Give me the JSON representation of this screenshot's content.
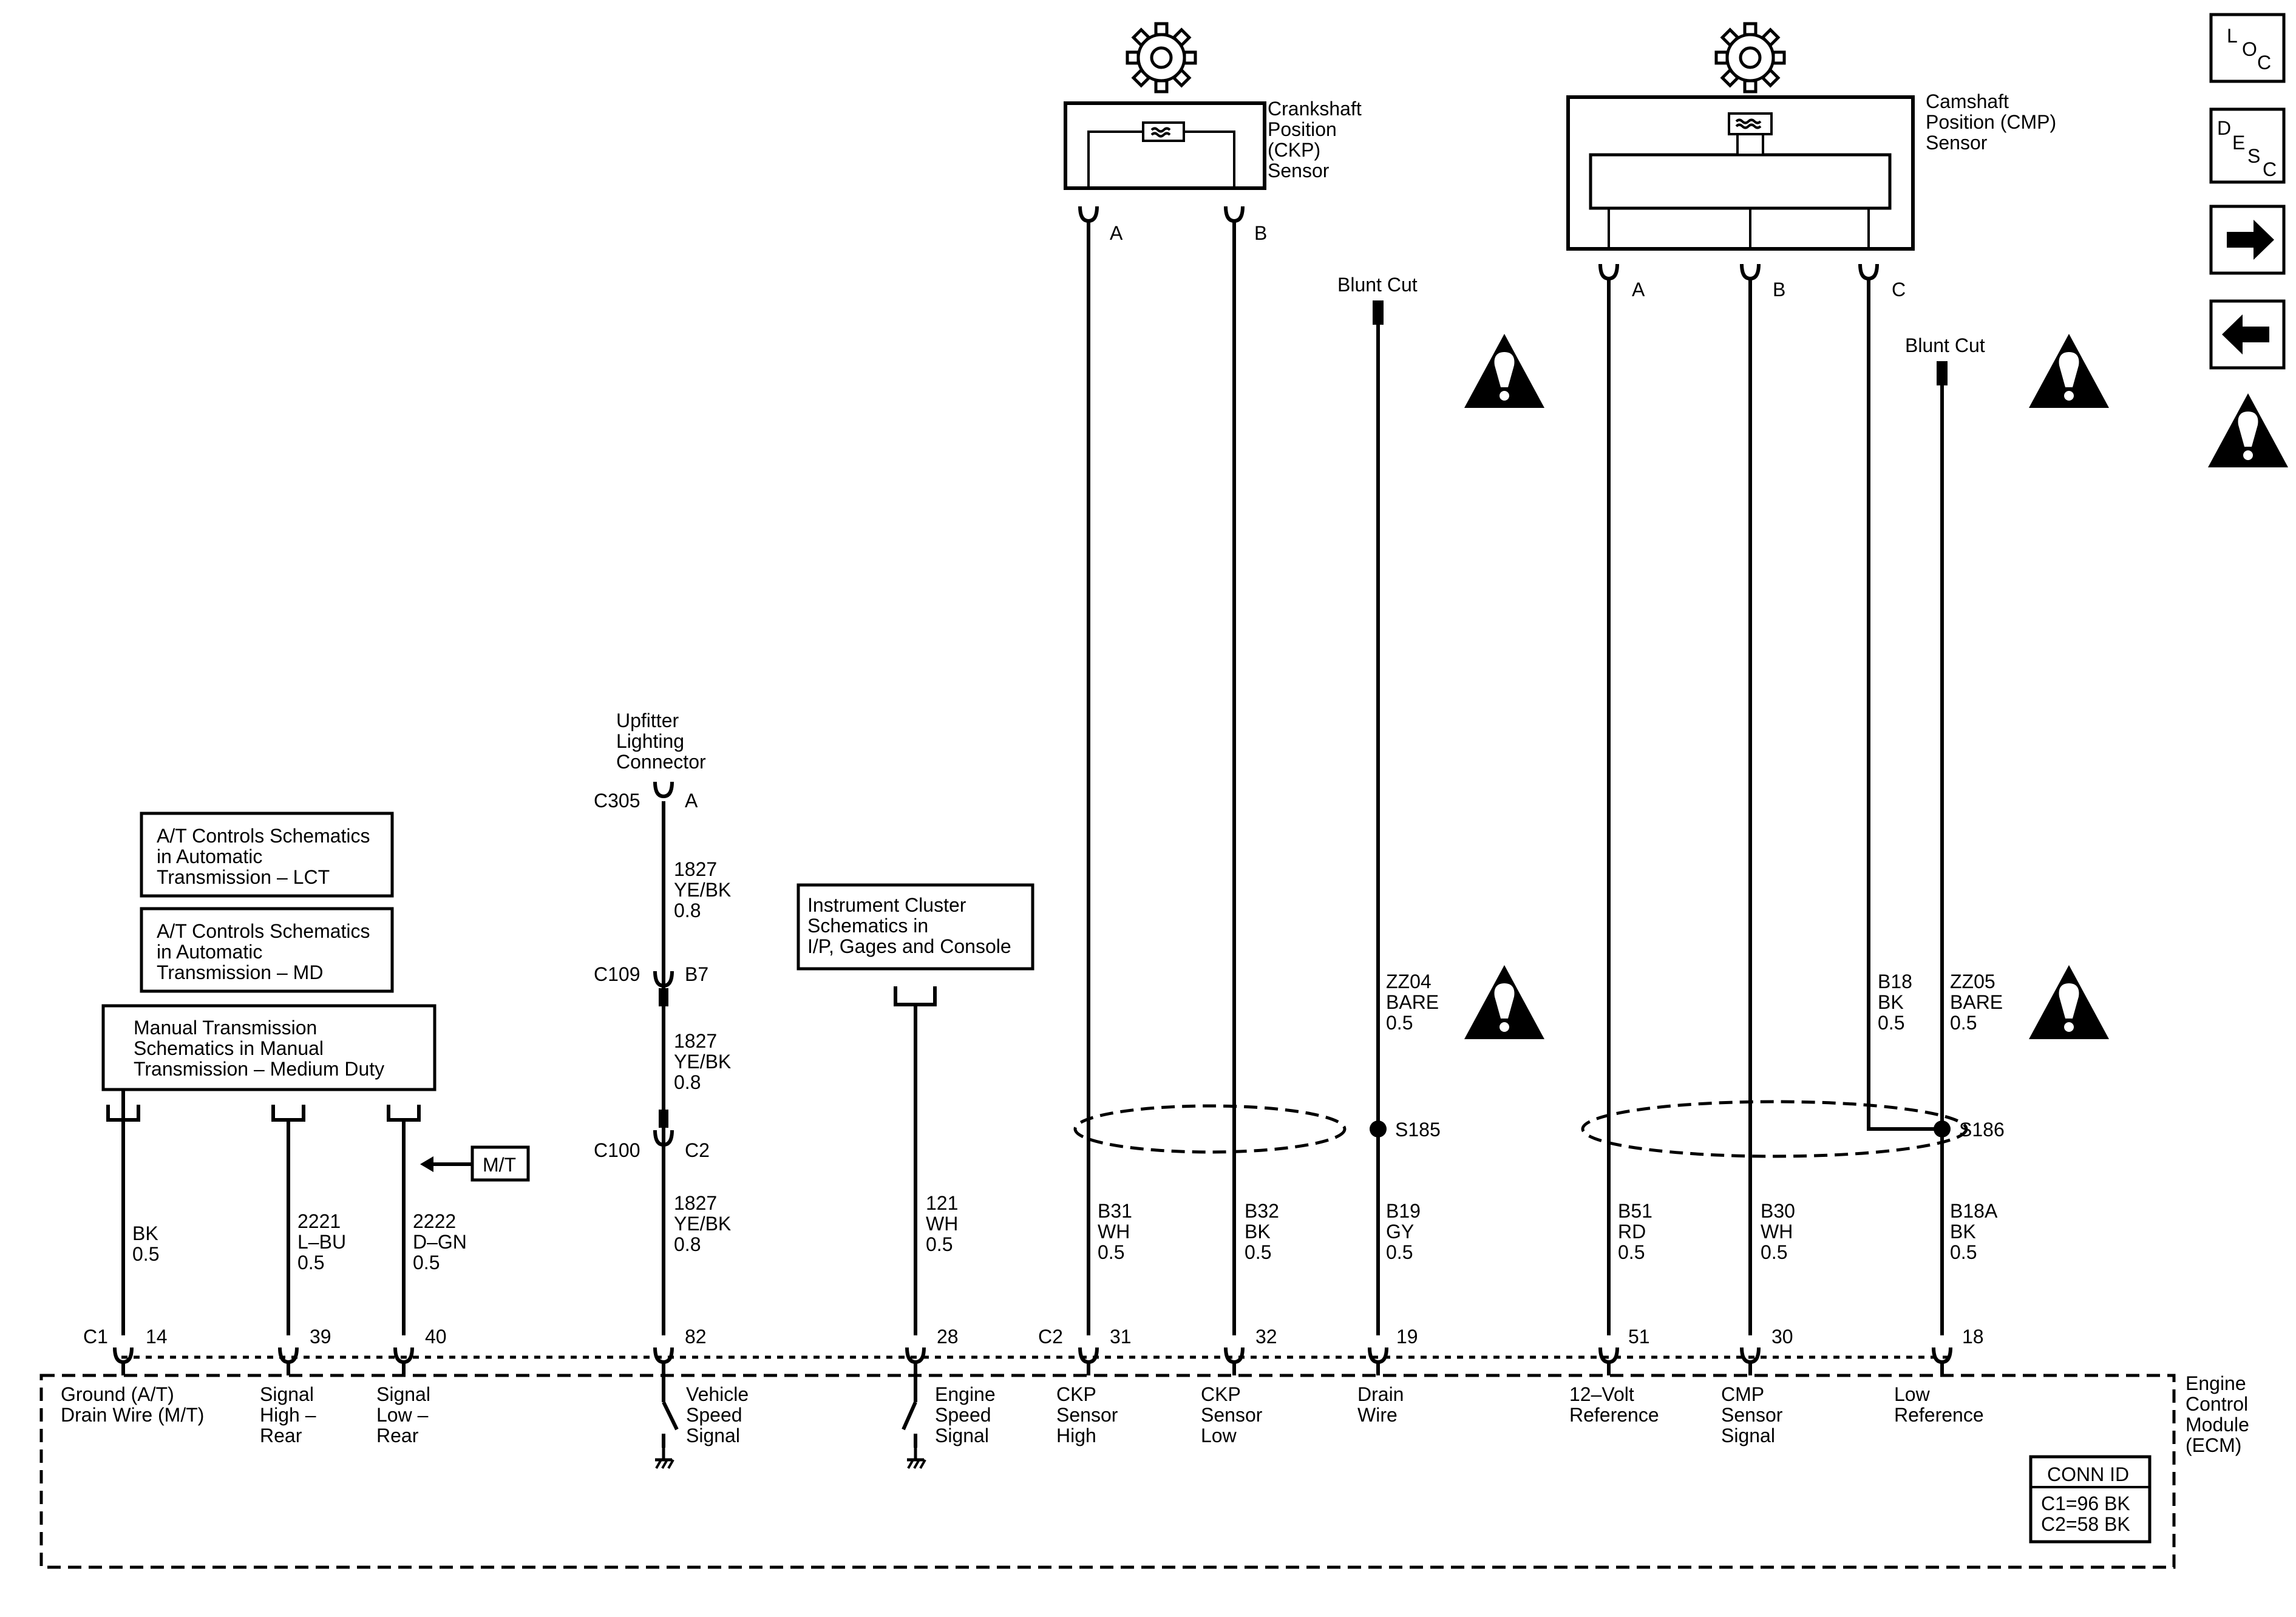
{
  "nav": {
    "loc": [
      "L",
      "O",
      "C"
    ],
    "desc": [
      "D",
      "E",
      "S",
      "C"
    ]
  },
  "sensors": {
    "ckp": {
      "name": [
        "Crankshaft",
        "Position",
        "(CKP)",
        "Sensor"
      ],
      "pins": [
        "A",
        "B"
      ]
    },
    "cmp": {
      "name": [
        "Camshaft",
        "Position (CMP)",
        "Sensor"
      ],
      "pins": [
        "A",
        "B",
        "C"
      ]
    }
  },
  "blunt_cut": [
    "Blunt Cut",
    "Blunt Cut"
  ],
  "upfitter": {
    "name": [
      "Upfitter",
      "Lighting",
      "Connector"
    ],
    "c305": "C305",
    "c305_pin": "A",
    "c109": "C109",
    "c109_pin": "B7",
    "c100": "C100",
    "c100_pin": "C2",
    "wire1": [
      "1827",
      "YE/BK",
      "0.8"
    ],
    "wire2": [
      "1827",
      "YE/BK",
      "0.8"
    ],
    "wire3": [
      "1827",
      "YE/BK",
      "0.8"
    ]
  },
  "refs": {
    "at_lct": [
      "A/T Controls Schematics",
      "in Automatic",
      "Transmission – LCT"
    ],
    "at_md": [
      "A/T Controls Schematics",
      "in Automatic",
      "Transmission – MD"
    ],
    "manual": [
      "Manual Transmission",
      "Schematics in Manual",
      "Transmission – Medium Duty"
    ],
    "ipc": [
      "Instrument Cluster",
      "Schematics in",
      "I/P, Gages and Console"
    ],
    "mt": "M/T"
  },
  "wires": {
    "w14": [
      "BK",
      "0.5"
    ],
    "w39": [
      "2221",
      "L–BU",
      "0.5"
    ],
    "w40": [
      "2222",
      "D–GN",
      "0.5"
    ],
    "w28": [
      "121",
      "WH",
      "0.5"
    ],
    "w31": [
      "B31",
      "WH",
      "0.5"
    ],
    "w32": [
      "B32",
      "BK",
      "0.5"
    ],
    "w19": [
      "B19",
      "GY",
      "0.5"
    ],
    "zz04": [
      "ZZ04",
      "BARE",
      "0.5"
    ],
    "w51": [
      "B51",
      "RD",
      "0.5"
    ],
    "w30": [
      "B30",
      "WH",
      "0.5"
    ],
    "w18a": [
      "B18A",
      "BK",
      "0.5"
    ],
    "b18": [
      "B18",
      "BK",
      "0.5"
    ],
    "zz05": [
      "ZZ05",
      "BARE",
      "0.5"
    ]
  },
  "splices": {
    "s185": "S185",
    "s186": "S186"
  },
  "ecm": {
    "c1": "C1",
    "c2": "C2",
    "pins": [
      "14",
      "39",
      "40",
      "82",
      "28",
      "31",
      "32",
      "19",
      "51",
      "30",
      "18"
    ],
    "functions": {
      "p14": [
        "Ground (A/T)",
        "Drain Wire (M/T)"
      ],
      "p39": [
        "Signal",
        "High –",
        "Rear"
      ],
      "p40": [
        "Signal",
        "Low –",
        "Rear"
      ],
      "p82": [
        "Vehicle",
        "Speed",
        "Signal"
      ],
      "p28": [
        "Engine",
        "Speed",
        "Signal"
      ],
      "p31": [
        "CKP",
        "Sensor",
        "High"
      ],
      "p32": [
        "CKP",
        "Sensor",
        "Low"
      ],
      "p19": [
        "Drain",
        "Wire"
      ],
      "p51": [
        "12–Volt",
        "Reference"
      ],
      "p30": [
        "CMP",
        "Sensor",
        "Signal"
      ],
      "p18": [
        "Low",
        "Reference"
      ]
    },
    "name": [
      "Engine",
      "Control",
      "Module",
      "(ECM)"
    ],
    "conn_id_title": "CONN ID",
    "conn_id": [
      "C1=96 BK",
      "C2=58 BK"
    ]
  }
}
